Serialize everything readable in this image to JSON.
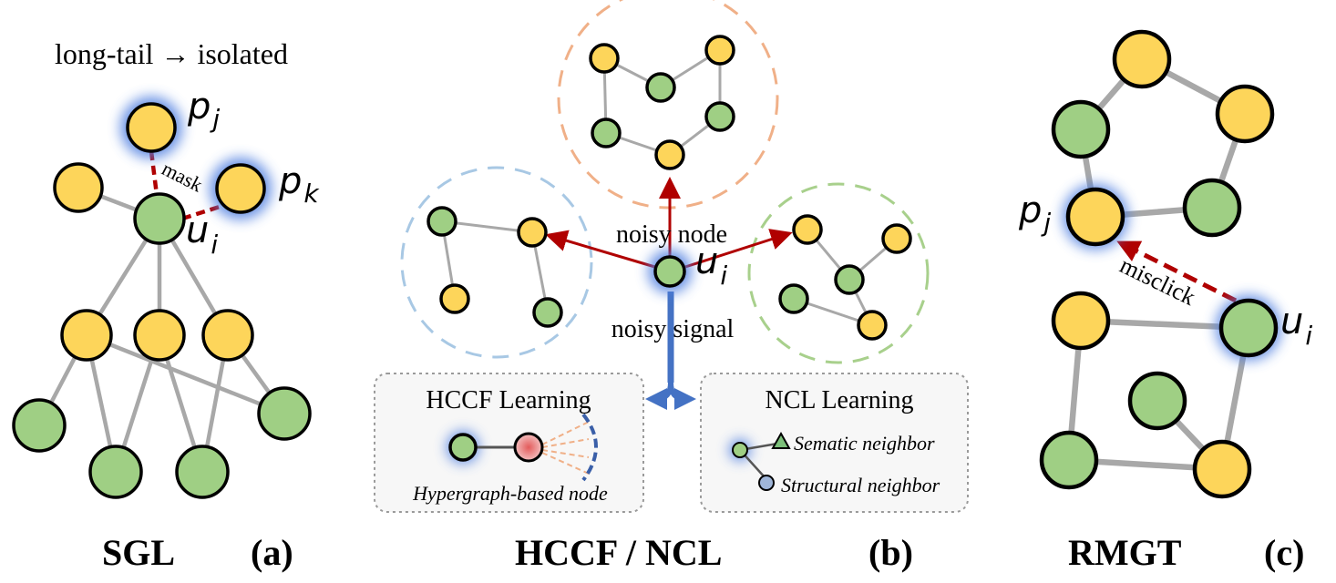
{
  "panel_a": {
    "header": "long-tail → isolated",
    "node_pj": "p",
    "node_pj_sub": "j",
    "node_pk": "p",
    "node_pk_sub": "k",
    "node_ui": "u",
    "node_ui_sub": "i",
    "edge_label": "mask",
    "method": "SGL",
    "tag": "(a)"
  },
  "panel_b": {
    "noisy_node": "noisy node",
    "noisy_signal": "noisy signal",
    "node_ui": "u",
    "node_ui_sub": "i",
    "hccf_title": "HCCF Learning",
    "hccf_caption": "Hypergraph-based node",
    "ncl_title": "NCL Learning",
    "ncl_semantic": "Sematic neighbor",
    "ncl_structural": "Structural neighbor",
    "method": "HCCF / NCL",
    "tag": "(b)"
  },
  "panel_c": {
    "node_pj": "p",
    "node_pj_sub": "j",
    "node_ui": "u",
    "node_ui_sub": "i",
    "edge_label": "misclick",
    "method": "RMGT",
    "tag": "(c)"
  },
  "colors": {
    "user_node": "#9fcf84",
    "item_node": "#fdd55a",
    "edge": "#a8a8a8",
    "noise_arrow": "#b00000",
    "signal_arrow": "#4472c4",
    "glow": "#4f7fe0"
  }
}
